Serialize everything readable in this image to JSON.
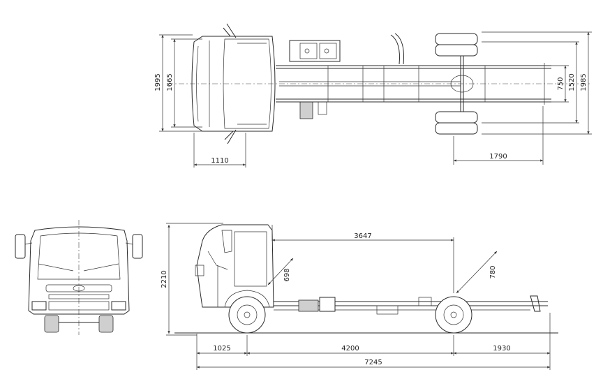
{
  "dimensions": {
    "top_view": {
      "overall_width": "1995",
      "cab_width": "1665",
      "front_track": "1110",
      "rear_overhang": "1790",
      "frame_width": "750",
      "rear_track": "1520",
      "rear_width": "1985"
    },
    "side_view": {
      "overall_height": "2210",
      "cab_to_axle": "3647",
      "cab_step": "698",
      "frame_height": "780",
      "front_overhang": "1025",
      "wheelbase": "4200",
      "rear_overhang": "1930",
      "overall_length": "7245"
    }
  }
}
